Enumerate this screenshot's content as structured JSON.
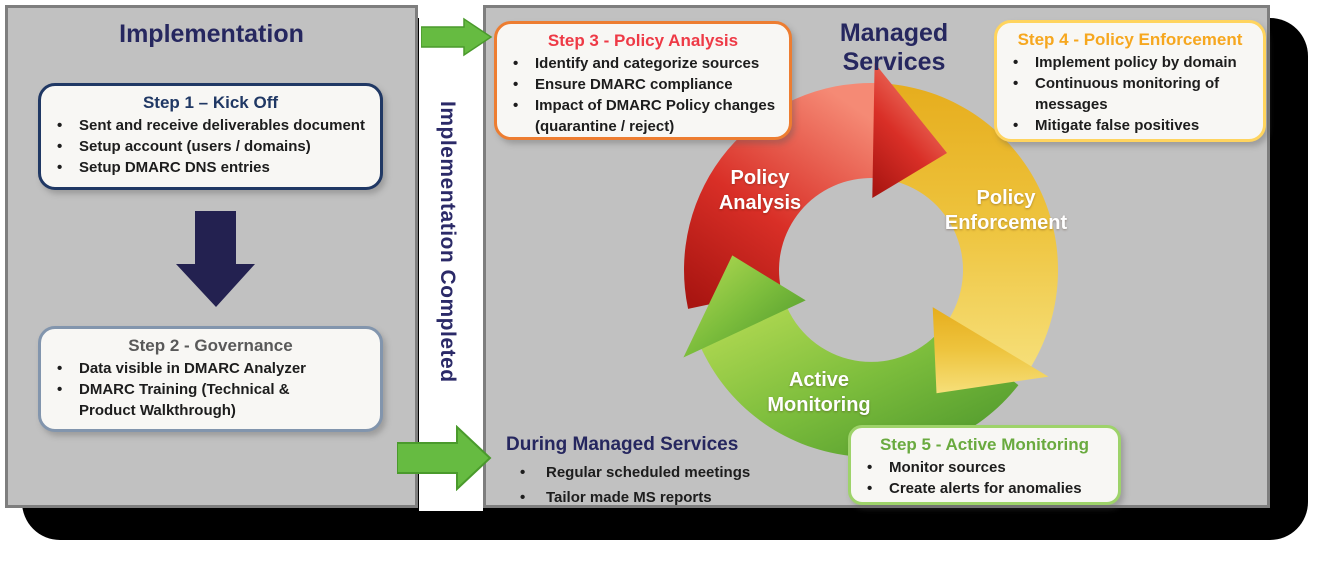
{
  "left_panel": {
    "title": "Implementation",
    "step1": {
      "title": "Step 1 – Kick Off",
      "bullets": [
        "Sent and receive deliverables document",
        "Setup account (users / domains)",
        "Setup DMARC DNS entries"
      ]
    },
    "step2": {
      "title": "Step 2 - Governance",
      "bullets": [
        "Data visible in DMARC Analyzer",
        "DMARC Training (Technical & Product Walkthrough)"
      ]
    }
  },
  "connector": {
    "vertical_label": "Implementation Completed"
  },
  "right_panel": {
    "title": "Managed Services",
    "step3": {
      "title": "Step 3 - Policy Analysis",
      "bullets": [
        "Identify and categorize sources",
        "Ensure DMARC compliance",
        "Impact of DMARC Policy changes (quarantine / reject)"
      ]
    },
    "step4": {
      "title": "Step 4 - Policy Enforcement",
      "bullets": [
        "Implement policy by domain",
        "Continuous monitoring of messages",
        "Mitigate false positives"
      ]
    },
    "step5": {
      "title": "Step 5 - Active Monitoring",
      "bullets": [
        "Monitor sources",
        "Create alerts for anomalies"
      ]
    },
    "during": {
      "title": "During Managed Services",
      "bullets": [
        "Regular scheduled meetings",
        "Tailor made MS reports"
      ]
    },
    "cycle": {
      "segments": [
        {
          "label": "Policy Analysis",
          "color": "#d6382e"
        },
        {
          "label": "Policy Enforcement",
          "color": "#edbc33"
        },
        {
          "label": "Active Monitoring",
          "color": "#76b93c"
        }
      ]
    }
  },
  "colors": {
    "navy": "#26275f",
    "step1-border": "#203864",
    "step2-border": "#8295ad",
    "step3-border": "#ed7d31",
    "step3-title": "#ee3a46",
    "step4-border": "#ffd45e",
    "step4-title": "#f6a71f",
    "step5-border": "#9ed36a",
    "step5-title": "#6aaa3f",
    "arrow-green": "#66bb41",
    "arrow-green-edge": "#4a9a2c",
    "arrow-navy": "#232150"
  }
}
